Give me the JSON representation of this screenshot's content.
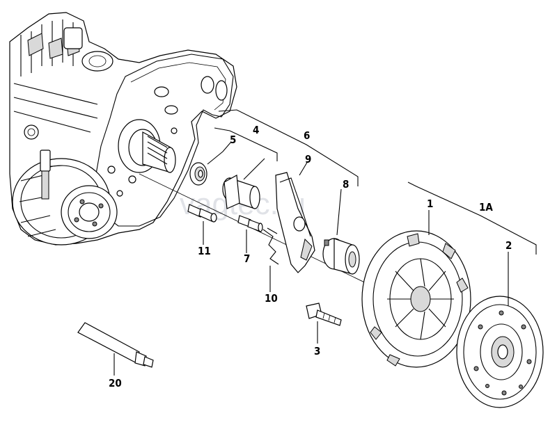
{
  "watermark": "vagtec.ru",
  "callouts": [
    {
      "id": "1",
      "label": "1"
    },
    {
      "id": "1A",
      "label": "1A"
    },
    {
      "id": "2",
      "label": "2"
    },
    {
      "id": "3",
      "label": "3"
    },
    {
      "id": "4",
      "label": "4"
    },
    {
      "id": "5",
      "label": "5"
    },
    {
      "id": "6",
      "label": "6"
    },
    {
      "id": "7",
      "label": "7"
    },
    {
      "id": "8",
      "label": "8"
    },
    {
      "id": "9",
      "label": "9"
    },
    {
      "id": "10",
      "label": "10"
    },
    {
      "id": "11",
      "label": "11"
    },
    {
      "id": "20",
      "label": "20"
    }
  ],
  "icons": {
    "gearbox": "gearbox-housing-icon",
    "seal": "oil-seal-icon",
    "guide": "guide-sleeve-icon",
    "bolt": "bolt-icon",
    "fork": "release-lever-icon",
    "bearing": "release-bearing-icon",
    "pressure_plate": "pressure-plate-icon",
    "clutch_disc": "clutch-disc-icon",
    "grease": "grease-tube-icon"
  }
}
